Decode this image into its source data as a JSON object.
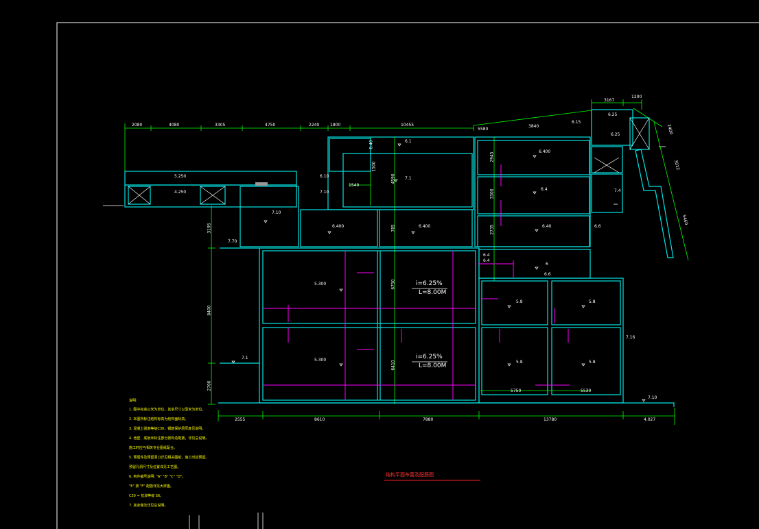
{
  "drawing": {
    "title": "结构平面布置及配筋图",
    "colors": {
      "frame": "#ffffff",
      "wall": "#00e5e5",
      "dim": "#00ff00",
      "beam": "#ff00ff",
      "tag": "#ffff00",
      "title": "#ff2020"
    }
  },
  "dims": {
    "top": [
      "2080",
      "4080",
      "3305",
      "4750",
      "2240",
      "1800",
      "10455",
      "5580",
      "3840",
      "3167",
      "1200"
    ],
    "bottom": [
      "2555",
      "8610",
      "7880",
      "13780",
      "4.027"
    ],
    "left": [
      "3195",
      "8400",
      "2700"
    ],
    "inner": [
      "8.40",
      "1540",
      "1500",
      "4590",
      "785",
      "6750",
      "6410",
      "2945",
      "3300",
      "2735",
      "5750",
      "5530",
      "2400",
      "3012",
      "5460"
    ]
  },
  "elevations": [
    "6.15",
    "6.25",
    "6.25",
    "6.1",
    "5.250",
    "4.250",
    "6.10",
    "7.10",
    "7.10",
    "7.1",
    "6.400",
    "6.400",
    "6.400",
    "6.4",
    "6.40",
    "6.6",
    "6.4",
    "6",
    "6.4",
    "6.6",
    "7.70",
    "5.300",
    "5.300",
    "5.8",
    "5.8",
    "5.8",
    "5.8",
    "7.1",
    "7.10",
    "7.16",
    "7.4"
  ],
  "slopes": [
    {
      "i": "i=6.25%",
      "l": "L=8.00M"
    },
    {
      "i": "i=6.25%",
      "l": "L=8.00M"
    }
  ],
  "notes": {
    "heading": "说明:",
    "lines": [
      "1. 图中标高以米为单位，其余尺寸以毫米为单位。",
      "2. 本图所标注结构标高为结构面标高。",
      "3. 混凝土强度等级C30，钢筋保护层厚度见说明。",
      "4. 池壁、底板未标注部分按构造配筋，详见总说明。",
      "   施工时应与相关专业图纸配合。",
      "5. 预埋件及预留洞口详见相关图纸，施工时应预留。",
      "   预留孔洞尺寸及位置详见工艺图。",
      "6. 构件编号说明: \"A\" \"B\" \"C\" \"D\"。",
      "   \"E\" 按 \"F\" 配筋详见大样图。",
      "   C30 = 抗渗等级 S6。",
      "7. 其余做法详见总说明。"
    ]
  }
}
